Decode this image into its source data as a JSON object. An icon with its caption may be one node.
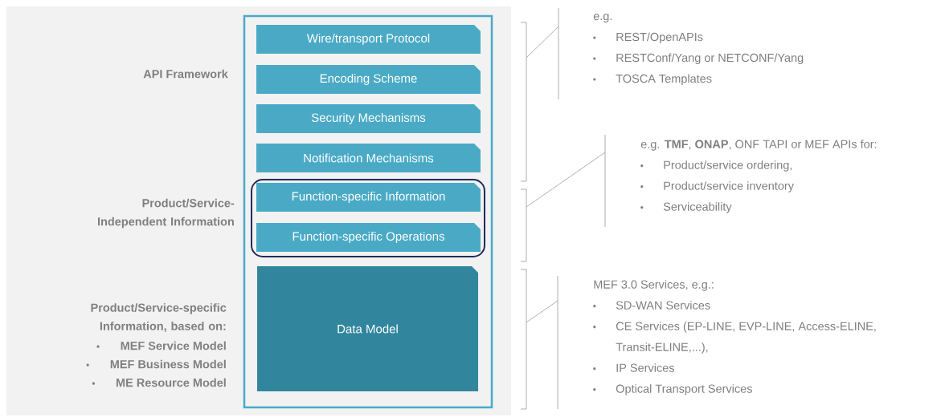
{
  "diagram": {
    "nodes": [
      {
        "text": [],
        "shape": "box"
      },
      {
        "text": [
          "Wire/transport Protocol"
        ],
        "in": 0
      },
      {
        "text": [
          "Encoding Scheme"
        ],
        "in": 0
      },
      {
        "text": [
          "Security Mechanisms"
        ],
        "in": 0
      },
      {
        "text": [
          "Notification Mechanisms"
        ],
        "in": 0
      },
      {
        "text": [],
        "shape": "box",
        "in": 0
      },
      {
        "text": [
          "Function-specific Information"
        ],
        "in": 5
      },
      {
        "text": [
          "Function-specific Operations"
        ],
        "in": 5
      },
      {
        "text": [
          "Data Model"
        ],
        "in": 0
      },
      {
        "text": [
          "e.g.",
          "REST/OpenAPIs",
          "RESTConf/Yang or NETCONF/Yang",
          "TOSCA Templates"
        ]
      },
      {
        "text": [
          "e.g. **TMF**, **ONAP**, ONF TAPI or MEF APIs for:",
          "Product/service ordering,",
          "Product/service inventory",
          "Serviceability"
        ]
      },
      {
        "text": [
          "MEF 3.0 Services, e.g.:",
          "SD-WAN Services",
          "CE Services (EP-LINE, EVP-LINE, Access-ELINE, Transit-ELINE,...),",
          "IP Services",
          "Optical Transport Services"
        ]
      }
    ],
    "edges": [
      {
        "from": 9,
        "to": null,
        "arrow": "none"
      },
      {
        "from": 10,
        "to": null,
        "arrow": "none"
      },
      {
        "from": 11,
        "to": null,
        "arrow": "none"
      }
    ],
    "labels": [
      "API Framework",
      "Product/Service-Independent Information",
      "Product/Service-specific Information, based on:",
      "MEF Service Model",
      "MEF Business Model",
      "ME Resource Model"
    ]
  }
}
